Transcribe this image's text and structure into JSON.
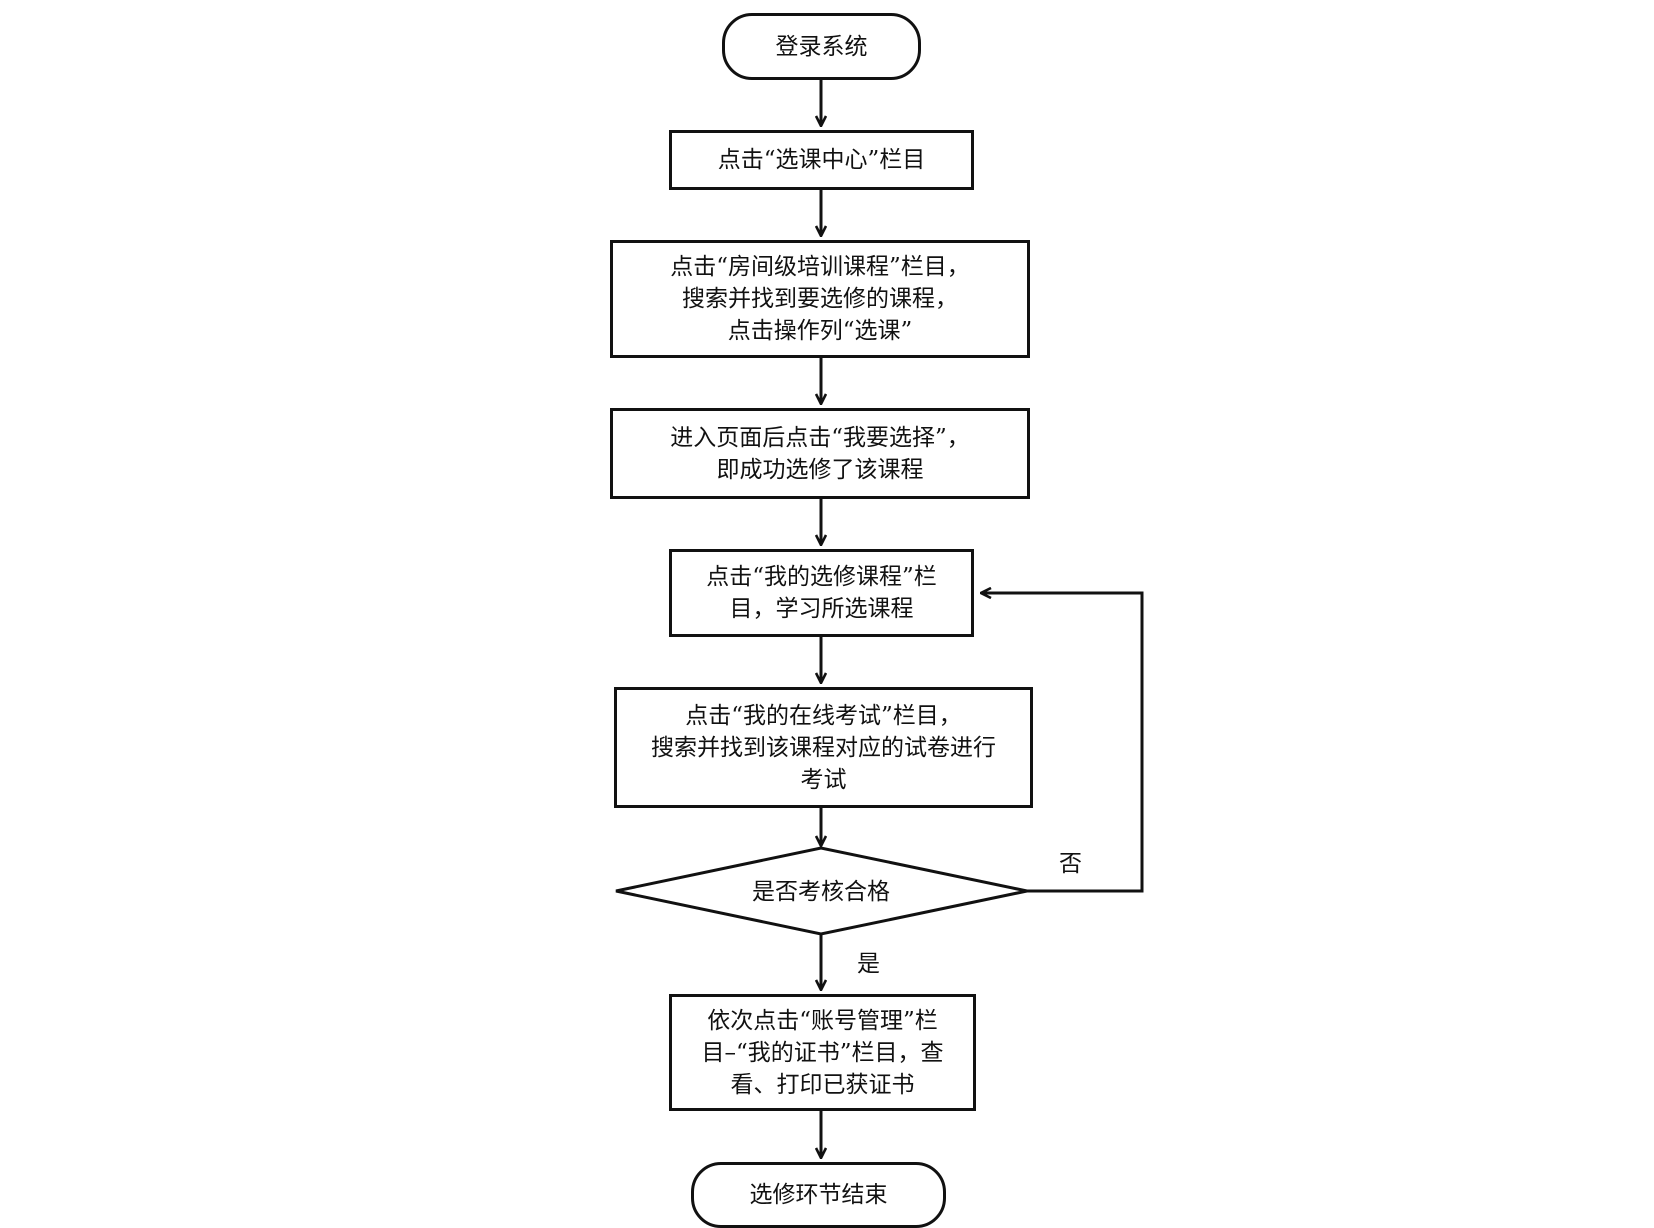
{
  "nodes": {
    "start": "登录系统",
    "step1": "点击“选课中心”栏目",
    "step2": [
      "点击“房间级培训课程”栏目，",
      "搜索并找到要选修的课程，",
      "点击操作列“选课”"
    ],
    "step3": [
      "进入页面后点击“我要选择”，",
      "即成功选修了该课程"
    ],
    "step4": [
      "点击“我的选修课程”栏",
      "目，学习所选课程"
    ],
    "step5": [
      "点击“我的在线考试”栏目，",
      "搜索并找到该课程对应的试卷进行",
      "考试"
    ],
    "decision": "是否考核合格",
    "step6": [
      "依次点击“账号管理”栏",
      "目–“我的证书”栏目，查",
      "看、打印已获证书"
    ],
    "end": "选修环节结束"
  },
  "edge_labels": {
    "no": "否",
    "yes": "是"
  },
  "colors": {
    "line": "#111111",
    "background": "#ffffff"
  }
}
